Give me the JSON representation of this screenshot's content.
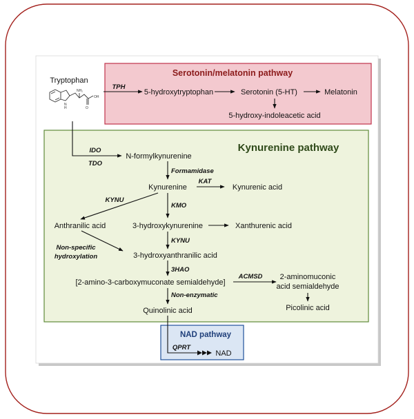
{
  "colors": {
    "frame_border": "#a3201c",
    "serotonin_fill": "#f3c9cf",
    "serotonin_border": "#c0334b",
    "serotonin_title": "#8b1a1a",
    "kynurenine_fill": "#eef3dd",
    "kynurenine_border": "#5f8a3a",
    "kynurenine_title": "#2f4a1a",
    "nad_fill": "#dbe6f4",
    "nad_border": "#1f4f9a",
    "nad_title": "#1f3f7a"
  },
  "titles": {
    "serotonin": "Serotonin/melatonin pathway",
    "kynurenine": "Kynurenine pathway",
    "nad": "NAD pathway"
  },
  "metabolites": {
    "tryptophan": "Tryptophan",
    "hydroxytryptophan": "5-hydroxytryptophan",
    "serotonin": "Serotonin (5-HT)",
    "melatonin": "Melatonin",
    "hiaa": "5-hydroxy-indoleacetic acid",
    "n_formylkynurenine": "N-formylkynurenine",
    "kynurenine": "Kynurenine",
    "kynurenic_acid": "Kynurenic acid",
    "anthranilic_acid": "Anthranilic acid",
    "hydroxykynurenine": "3-hydroxykynurenine",
    "xanthurenic_acid": "Xanthurenic acid",
    "hydroxyanthranilic_acid": "3-hydroxyanthranilic acid",
    "acms": "[2-amino-3-carboxymuconate semialdehyde]",
    "aminomuconic_line1": "2-aminomuconic",
    "aminomuconic_line2": "acid semialdehyde",
    "picolinic_acid": "Picolinic acid",
    "quinolinic_acid": "Quinolinic acid",
    "nad": "NAD"
  },
  "enzymes": {
    "tph": "TPH",
    "ido": "IDO",
    "tdo": "TDO",
    "formamidase": "Formamidase",
    "kat": "KAT",
    "kynu_left": "KYNU",
    "kmo": "KMO",
    "kynu_center": "KYNU",
    "nonspecific_line1": "Non-specific",
    "nonspecific_line2": "hydroxylation",
    "hao": "3HAO",
    "acmsd": "ACMSD",
    "nonenzymatic": "Non-enzymatic",
    "qprt": "QPRT"
  },
  "structure_atoms": {
    "nitrogen": "N",
    "hydrogen": "H",
    "amine": "NH₂",
    "hydroxyl": "OH",
    "oxygen": "O"
  }
}
